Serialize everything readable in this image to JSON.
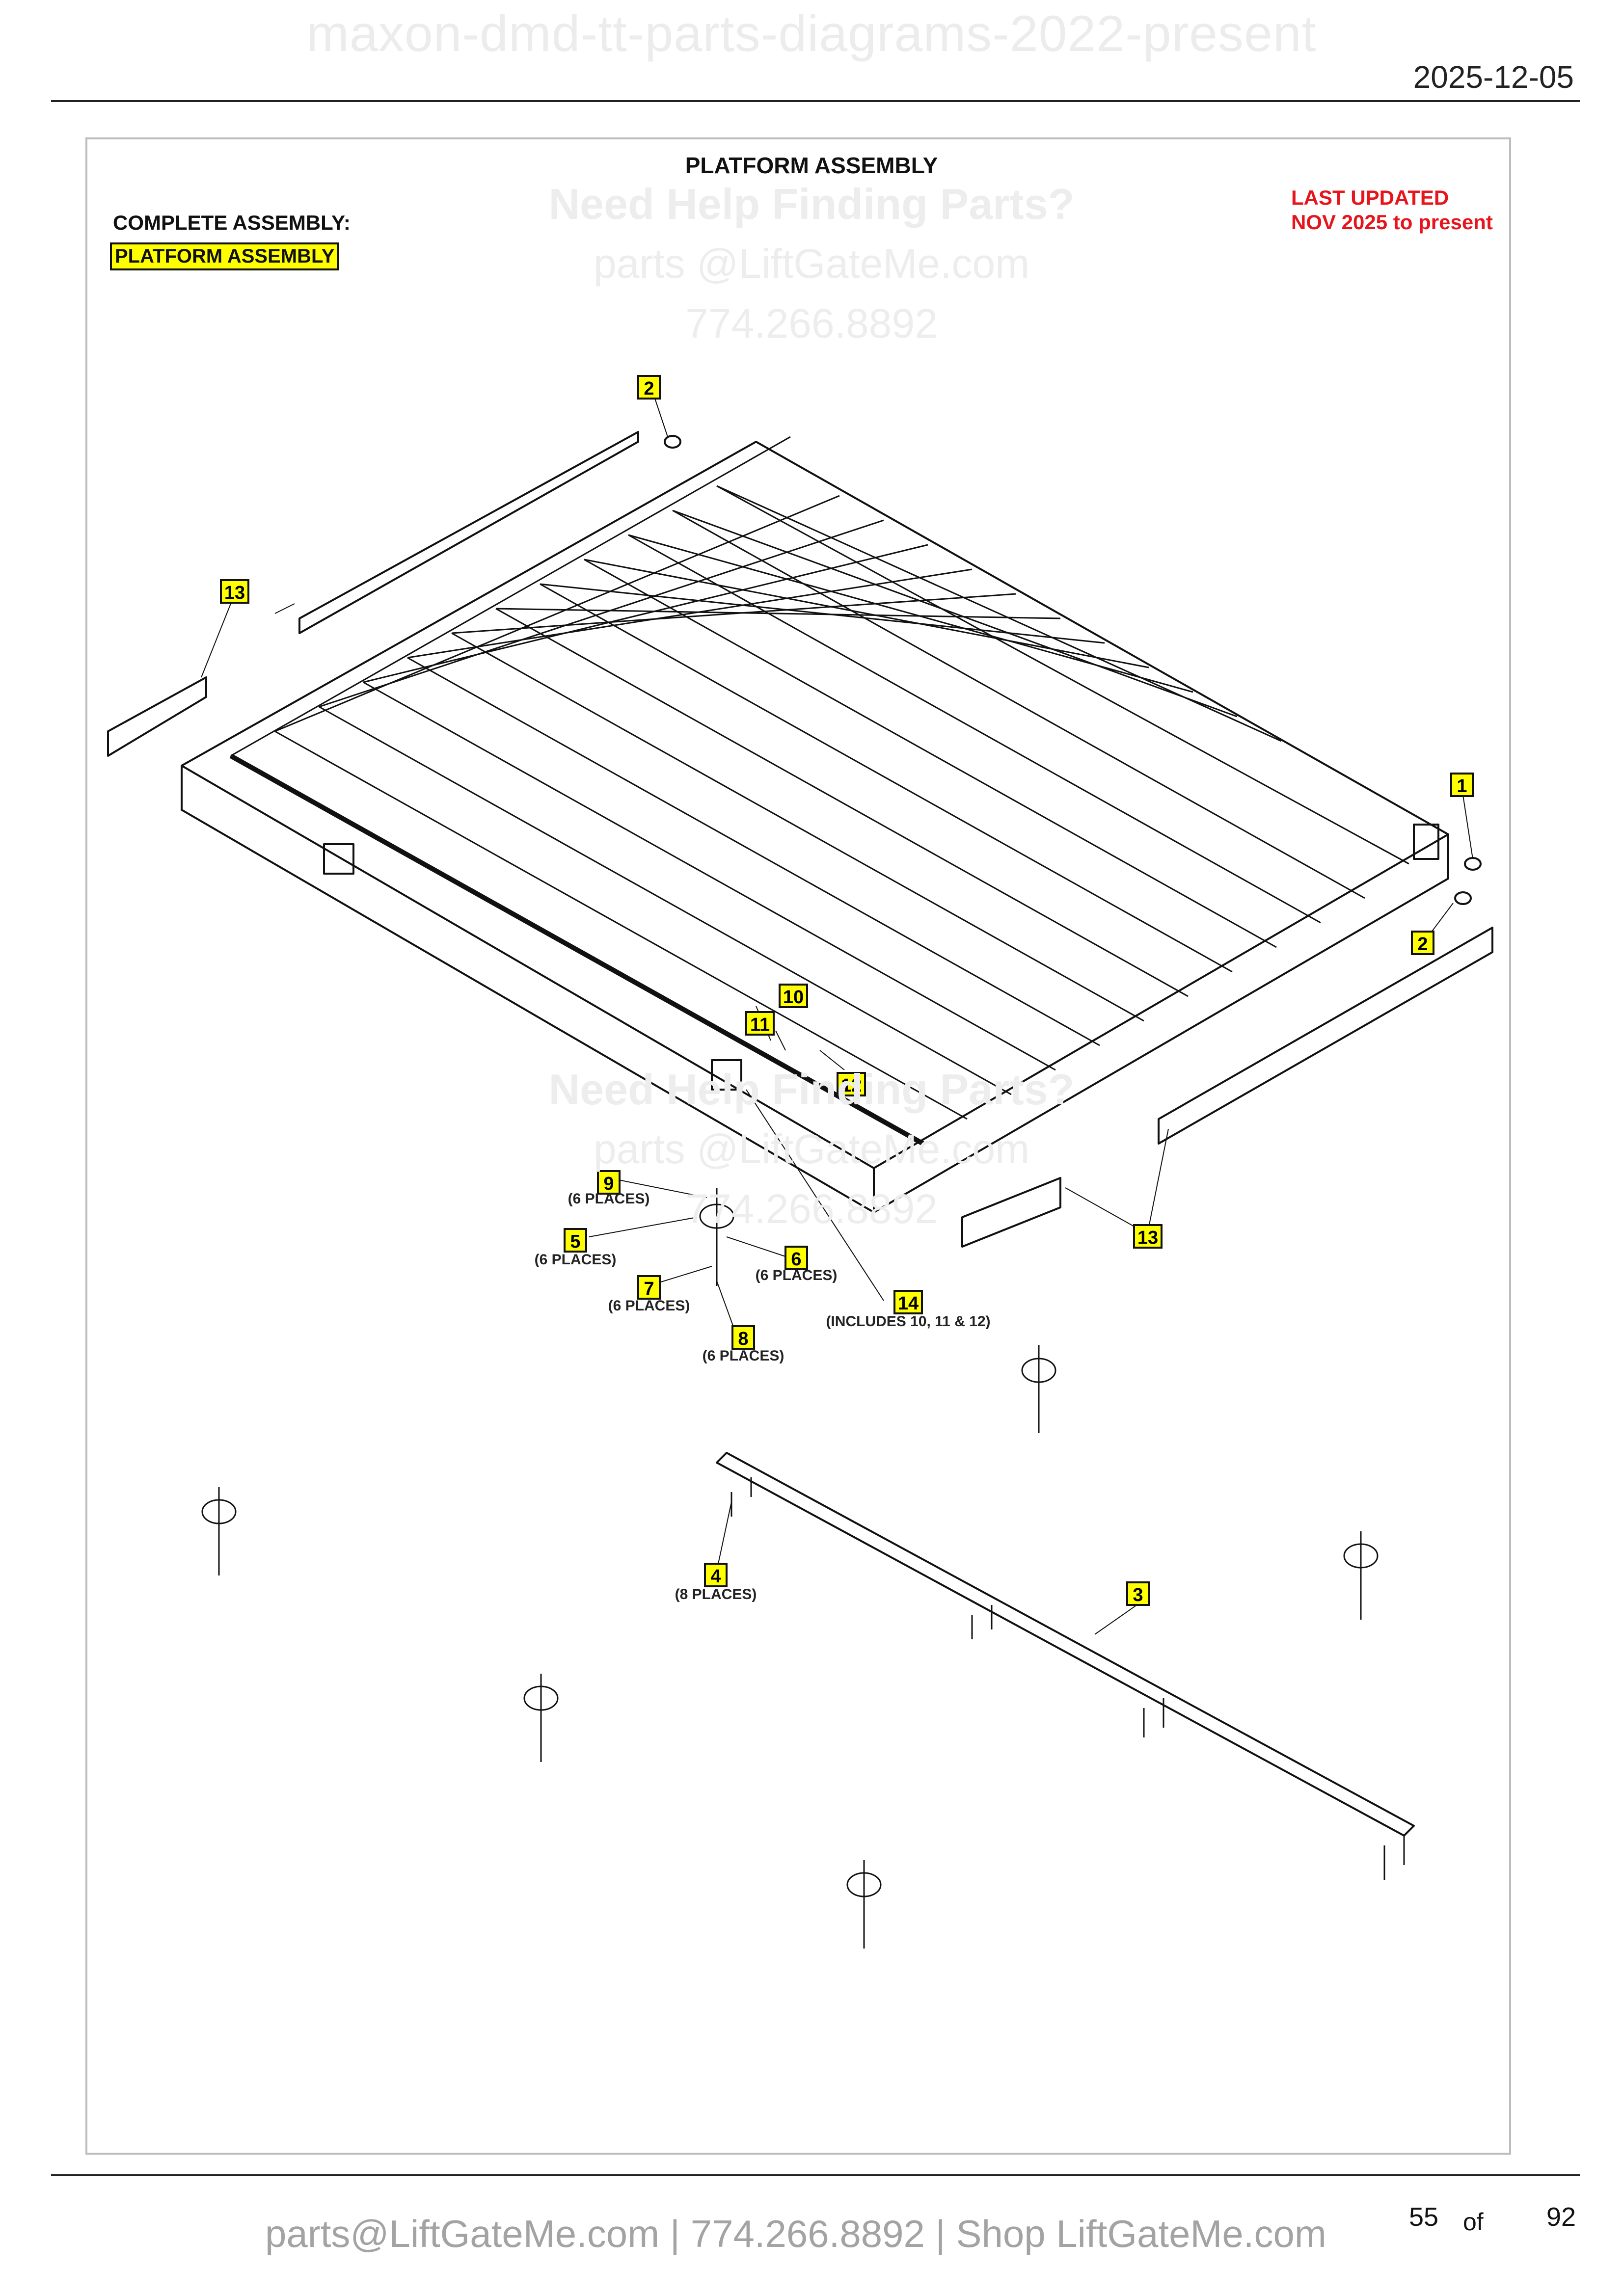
{
  "header": {
    "watermark": "maxon-dmd-tt-parts-diagrams-2022-present",
    "date": "2025-12-05"
  },
  "diagram": {
    "title": "PLATFORM ASSEMBLY",
    "complete_assembly_label": "COMPLETE ASSEMBLY:",
    "complete_assembly_value": "PLATFORM ASSEMBLY",
    "last_updated_line1": "LAST UPDATED",
    "last_updated_line2": "NOV 2025 to present",
    "help_overlay": {
      "line1": "Need Help Finding Parts?",
      "line2": "parts @LiftGateMe.com",
      "line3": "774.266.8892"
    },
    "callouts": [
      {
        "number": "1",
        "note": ""
      },
      {
        "number": "2",
        "note": ""
      },
      {
        "number": "2",
        "note": ""
      },
      {
        "number": "3",
        "note": ""
      },
      {
        "number": "4",
        "note": "(8 PLACES)"
      },
      {
        "number": "5",
        "note": "(6 PLACES)"
      },
      {
        "number": "6",
        "note": "(6 PLACES)"
      },
      {
        "number": "7",
        "note": "(6 PLACES)"
      },
      {
        "number": "8",
        "note": "(6 PLACES)"
      },
      {
        "number": "9",
        "note": "(6 PLACES)"
      },
      {
        "number": "10",
        "note": ""
      },
      {
        "number": "11",
        "note": ""
      },
      {
        "number": "12",
        "note": ""
      },
      {
        "number": "13",
        "note": ""
      },
      {
        "number": "13",
        "note": ""
      },
      {
        "number": "14",
        "note": "(INCLUDES 10, 11 & 12)"
      }
    ]
  },
  "footer": {
    "contact": "parts@LiftGateMe.com | 774.266.8892 | Shop LiftGateMe.com",
    "page_current": "55",
    "page_of": "of",
    "page_total": "92"
  },
  "colors": {
    "callout_fill": "#ffff00",
    "updated_text": "#e8141b",
    "footer_text": "#a3a3a3",
    "watermark_text": "#ececec"
  }
}
